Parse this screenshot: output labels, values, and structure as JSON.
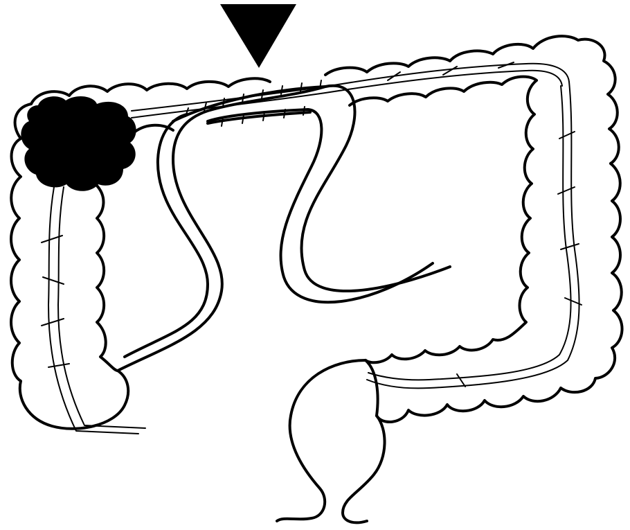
{
  "figure": {
    "subject": "colon",
    "has_text": false,
    "colors": {
      "ink": "#000000",
      "background": "#ffffff"
    },
    "marks": {
      "arrowhead_icon": "arrowhead-down-icon",
      "tumor_mass": "filled-black-mass",
      "anastomosis": "suture-line"
    }
  }
}
